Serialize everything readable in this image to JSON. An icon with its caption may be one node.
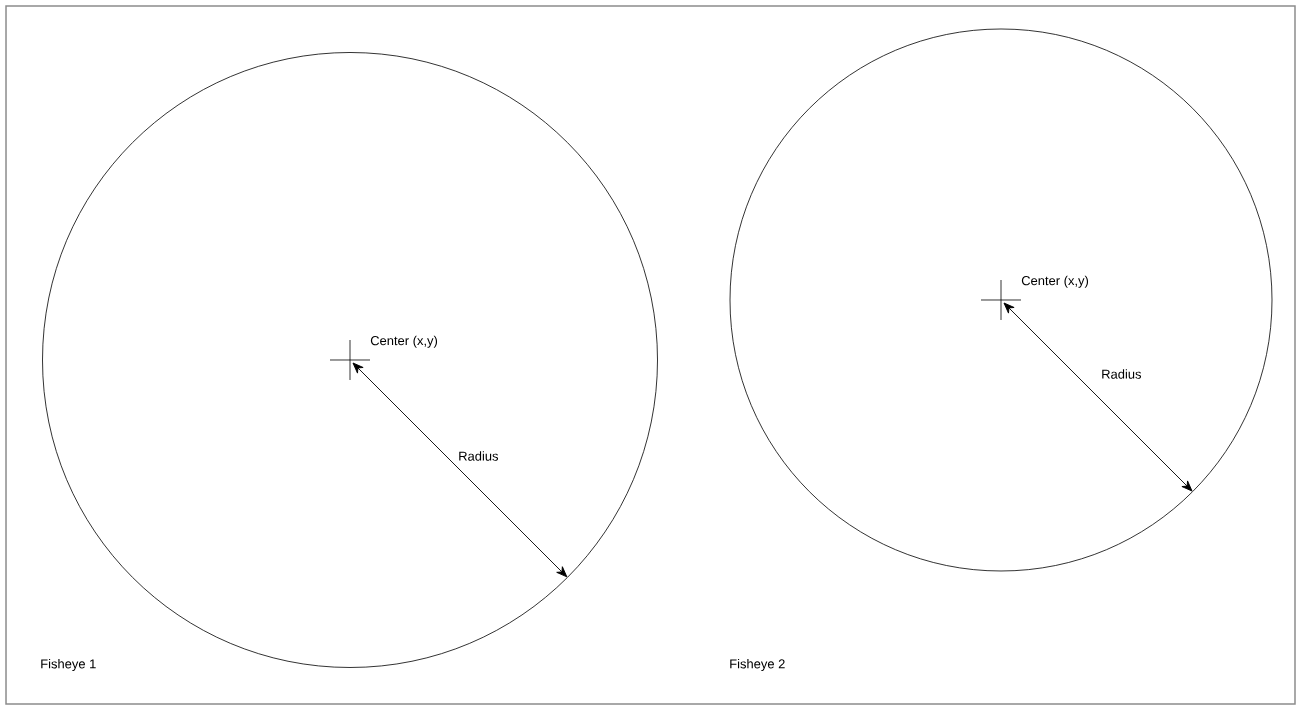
{
  "diagram": {
    "nodes": [
      {
        "text": [],
        "shape": "circle"
      },
      {
        "text": [],
        "shape": "cross",
        "in": 0,
        "beside": [
          "Center (x,y)"
        ]
      },
      {
        "text": [],
        "shape": "circle"
      },
      {
        "text": [],
        "shape": "cross",
        "in": 2,
        "beside": [
          "Center (x,y)"
        ]
      }
    ],
    "edges": [
      {
        "from": 1,
        "to": 0,
        "arrow": "both",
        "label": "Radius"
      },
      {
        "from": 3,
        "to": 2,
        "arrow": "both",
        "label": "Radius"
      }
    ],
    "labels": [
      "Fisheye 1",
      "Fisheye 2"
    ]
  }
}
